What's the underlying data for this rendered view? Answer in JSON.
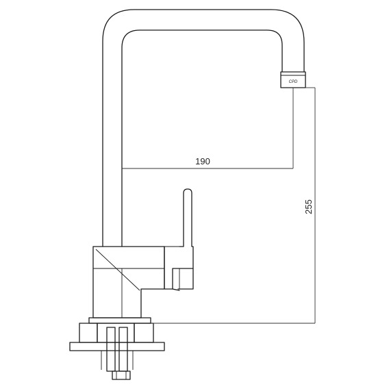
{
  "drawing": {
    "dimensions": {
      "reach": "190",
      "height": "255"
    },
    "aerator_mark": "CPD"
  }
}
